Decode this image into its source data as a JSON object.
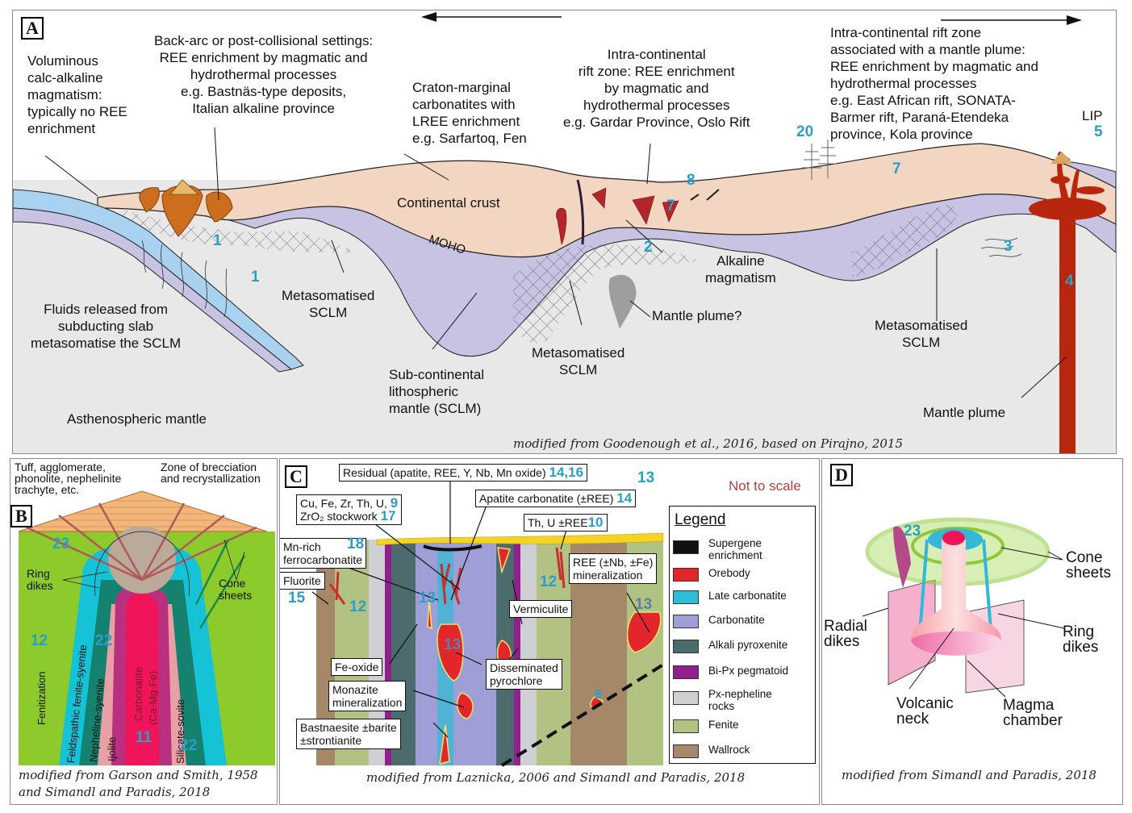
{
  "panel_a": {
    "letter": "A",
    "arrows": {
      "left": "arrow-left",
      "right": "arrow-right"
    },
    "annotations": {
      "calc_alkaline": [
        "Voluminous",
        "calc-alkaline",
        "magmatism:",
        "typically no REE",
        "enrichment"
      ],
      "back_arc": [
        "Back-arc or post-collisional settings:",
        "REE enrichment by magmatic and",
        "hydrothermal processes",
        "e.g. Bastnäs-type deposits,",
        "Italian alkaline province"
      ],
      "craton_marginal": [
        "Craton-marginal",
        "carbonatites with",
        "LREE enrichment",
        "e.g. Sarfartoq, Fen"
      ],
      "intra_continental": [
        "Intra-continental",
        "rift zone: REE enrichment",
        "by magmatic and",
        "hydrothermal processes",
        "e.g. Gardar Province, Oslo Rift"
      ],
      "mantle_plume_rift": [
        "Intra-continental rift zone",
        "associated with a mantle plume:",
        "REE enrichment by magmatic and",
        "hydrothermal processes",
        "e.g. East African rift, SONATA-",
        "Barmer rift, Paraná-Etendeka",
        "province, Kola province"
      ],
      "lip": "LIP",
      "continental_crust": "Continental crust",
      "moho": "MOHO",
      "alkaline_magmatism": [
        "Alkaline",
        "magmatism"
      ],
      "mantle_plume_q": "Mantle plume?",
      "metasomatised_1": [
        "Metasomatised",
        "SCLM"
      ],
      "metasomatised_2": [
        "Metasomatised",
        "SCLM"
      ],
      "metasomatised_3": [
        "Metasomatised",
        "SCLM"
      ],
      "fluids": [
        "Fluids released from",
        "subducting slab",
        "metasomatise the SCLM"
      ],
      "sclm": [
        "Sub-continental",
        "lithospheric",
        "mantle (SCLM)"
      ],
      "asthenospheric": "Asthenospheric mantle",
      "mantle_plume": "Mantle plume"
    },
    "numbers": {
      "n1a": "1",
      "n1b": "1",
      "n2": "2",
      "n3": "3",
      "n4": "4",
      "n5": "5",
      "n7a": "7",
      "n7b": "7",
      "n8": "8",
      "n20": "20"
    },
    "citation": "modified from Goodenough et al., 2016, based on Pirajno, 2015"
  },
  "panel_b": {
    "letter": "B",
    "labels": {
      "tuff": [
        "Tuff, agglomerate,",
        "phonolite, nephelinite",
        "trachyte, etc."
      ],
      "brecciation": [
        "Zone of brecciation",
        "and recrystallization"
      ],
      "ring_dikes": [
        "Ring",
        "dikes"
      ],
      "cone_sheets": [
        "Cone",
        "sheets"
      ],
      "fenitization": "Fenitization",
      "feldspathic": "Feldspathic fenite-syenite",
      "nepheline": "Nepheline-syenite",
      "ijolite": "Ijolite",
      "carbonatite": "Carbonatite",
      "carbonatite_comp": "(Ca-Mg-Fe)",
      "silicate": "Silicate-sovite"
    },
    "numbers": {
      "n23": "23",
      "n12": "12",
      "n22a": "22",
      "n22b": "22",
      "n11": "11"
    },
    "citation": [
      "modified from Garson and Smith, 1958",
      "and Simandl and Paradis, 2018"
    ]
  },
  "panel_c": {
    "letter": "C",
    "not_to_scale": "Not to scale",
    "boxes": {
      "residual": "Residual (apatite, REE, Y, Nb, Mn oxide)",
      "residual_num": "14,16",
      "cu_fe": "Cu, Fe, Zr, Th, U,",
      "cu_fe_num": "9",
      "zro2": "ZrO₂ stockwork",
      "zro2_num": "17",
      "apatite": "Apatite carbonatite (±REE)",
      "apatite_num": "14",
      "thu": "Th, U ±REE",
      "thu_num": "10",
      "mn_rich": [
        "Mn-rich",
        "ferrocarbonatite"
      ],
      "mn_num": "18",
      "fluorite": "Fluorite",
      "fluorite_num": "15",
      "ree_nb": [
        "REE (±Nb, ±Fe)",
        "mineralization"
      ],
      "vermiculite": "Vermiculite",
      "fe_oxide": "Fe-oxide",
      "disseminated": [
        "Disseminated",
        "pyrochlore"
      ],
      "monazite": [
        "Monazite",
        "mineralization"
      ],
      "bastnaesite": [
        "Bastnaesite ±barite",
        "±strontianite"
      ]
    },
    "numbers": {
      "n13top": "13",
      "n13a": "13",
      "n13b": "13",
      "n13c": "13",
      "n12a": "12",
      "n12b": "12",
      "n8": "8"
    },
    "legend": {
      "title": "Legend",
      "items": [
        {
          "label": [
            "Supergene",
            "enrichment"
          ],
          "color": "#111111"
        },
        {
          "label": [
            "Orebody"
          ],
          "color": "#e3262b"
        },
        {
          "label": [
            "Late carbonatite"
          ],
          "color": "#2fbcd6"
        },
        {
          "label": [
            "Carbonatite"
          ],
          "color": "#9d9fd6"
        },
        {
          "label": [
            "Alkali pyroxenite"
          ],
          "color": "#4b6b6c"
        },
        {
          "label": [
            "Bi-Px pegmatoid"
          ],
          "color": "#931f8f"
        },
        {
          "label": [
            "Px-nepheline",
            "rocks"
          ],
          "color": "#cfd0d4"
        },
        {
          "label": [
            "Fenite"
          ],
          "color": "#b2c282"
        },
        {
          "label": [
            "Wallrock"
          ],
          "color": "#a58867"
        }
      ]
    },
    "citation": "modified from Laznicka, 2006 and Simandl and Paradis, 2018"
  },
  "panel_d": {
    "letter": "D",
    "labels": {
      "cone_sheets": [
        "Cone",
        "sheets"
      ],
      "radial_dikes": [
        "Radial",
        "dikes"
      ],
      "ring_dikes": [
        "Ring",
        "dikes"
      ],
      "volcanic_neck": [
        "Volcanic",
        "neck"
      ],
      "magma_chamber": [
        "Magma",
        "chamber"
      ]
    },
    "numbers": {
      "n23": "23"
    },
    "citation": "modified from Simandl and Paradis, 2018"
  },
  "colors": {
    "crust": "#f3d6c2",
    "sclm": "#c9c3e3",
    "asthenosphere": "#e8e8e8",
    "slab": "#a8d2f0",
    "plume": "#b9260e",
    "calc_alkaline": "#cc6e1e",
    "number_blue": "#2a9fc7",
    "fenite_green": "#8ccb2b",
    "cyan": "#16c2d6",
    "teal": "#14826f",
    "magenta": "#b8307e",
    "carbonatite_red": "#f0155a",
    "pink": "#e8a0a5"
  }
}
